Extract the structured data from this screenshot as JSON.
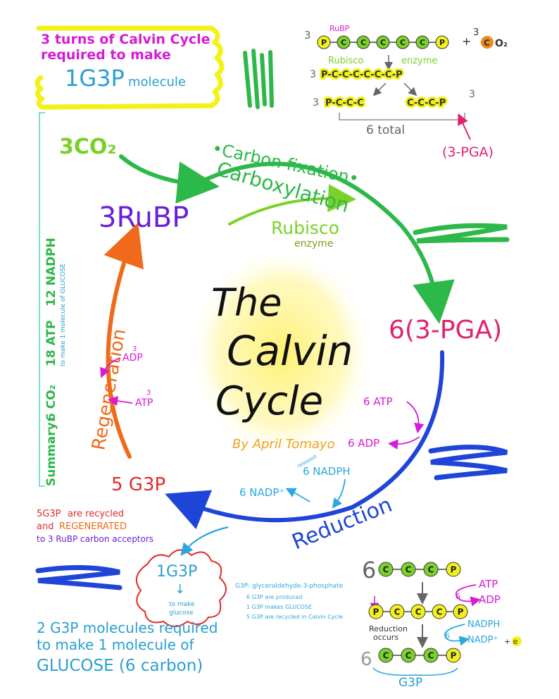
{
  "colors": {
    "magenta": "#d61bd6",
    "yellow": "#f2f21a",
    "teal": "#2a9fd0",
    "green": "#2db84a",
    "lime": "#7bd12a",
    "purple": "#6a1fd6",
    "pink": "#e0226e",
    "blue": "#1f45d8",
    "orange": "#ef6a1a",
    "red": "#e02a2a",
    "sky": "#2aa8e0",
    "olive": "#8a9a1a",
    "grey": "#666666",
    "center_glow": "#fff06a"
  },
  "top_left_note": {
    "line1": "3 turns of Calvin Cycle",
    "line2": "required to make",
    "big": "1G3P",
    "small": "molecule"
  },
  "top_right_detail": {
    "count_left": "3",
    "rubp_tag": "RuBP",
    "rubp_chain": [
      "P",
      "C",
      "C",
      "C",
      "C",
      "C",
      "P"
    ],
    "plus": "+",
    "co2_count": "3",
    "co2_c": "C",
    "co2_o": "O₂",
    "rubisco": "Rubisco",
    "enzyme": "enzyme",
    "six_carbon_count": "3",
    "six_carbon_chain": "P-C-C-C-C-C-C-P",
    "split_count_left": "3",
    "split_left": "P-C-C-C",
    "split_right": "C-C-C-P",
    "split_count_right": "3",
    "total": "6 total",
    "pga": "(3-PGA)"
  },
  "summary": {
    "label": "Summary:",
    "co2": "6 CO₂",
    "atp": "18 ATP",
    "nadph": "12 NADPH",
    "note": "to make 1 molecule of GLUCOSE"
  },
  "cycle": {
    "co2_in": "3CO₂",
    "rubp": "3RuBP",
    "fixation_line1": "•Carbon fixation•",
    "fixation_line2": "Carboxylation",
    "rubisco": "Rubisco",
    "enzyme": "enzyme",
    "pga": "6(3-PGA)",
    "atp_in": "6 ATP",
    "adp_out": "6 ADP",
    "nadph_in": "6 NADPH",
    "nadph_note": "released",
    "nadp_out": "6 NADP⁺",
    "reduction": "Reduction",
    "g3p5": "5 G3P",
    "regeneration": "Regeneration",
    "adp_count": "3",
    "adp": "ADP",
    "atp_count": "3",
    "atp": "ATP"
  },
  "center_title": {
    "line1": "The",
    "line2": "Calvin",
    "line3": "Cycle",
    "byline": "By April Tomayo"
  },
  "recycle_note": {
    "line1a": "5G3P",
    "line1b": "are recycled",
    "line2a": "and",
    "line2b": "REGENERATED",
    "line3": "to 3 RuBP carbon acceptors"
  },
  "output_cloud": {
    "label": "1G3P",
    "arrow": "↓",
    "note_line1": "to make",
    "note_line2": "glucose"
  },
  "glucose_note": {
    "line1": "2 G3P molecules required",
    "line2": "to make 1 molecule of",
    "line3": "GLUCOSE (6 carbon)"
  },
  "g3p_definition": {
    "line1": "G3P: glyceraldehyde-3-phosphate",
    "line2": "6 G3P are produced",
    "line3": "1 G3P makes GLUCOSE",
    "line4": "5 G3P are recycled in Calvin Cycle"
  },
  "bottom_right_detail": {
    "big6": "6",
    "chain_top": [
      "C",
      "C",
      "C",
      "P"
    ],
    "atp": "ATP",
    "adp": "ADP",
    "six_a": "6",
    "chain_mid": [
      "P",
      "C",
      "C",
      "C",
      "P"
    ],
    "reduction_line1": "Reduction",
    "reduction_line2": "occurs",
    "nadph": "NADPH",
    "nadp": "NADP⁺",
    "plus_e": "+ e",
    "six_b": "6",
    "six_c": "6",
    "chain_bottom": [
      "C",
      "C",
      "C",
      "P"
    ],
    "g3p": "G3P"
  }
}
